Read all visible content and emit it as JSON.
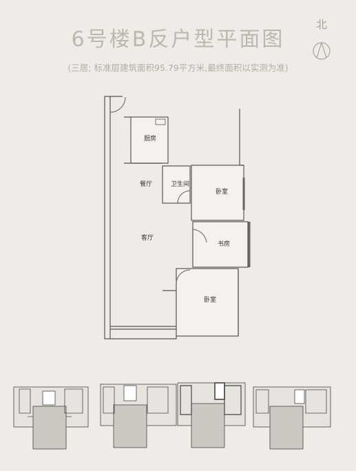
{
  "title": "6号楼B反户型平面图",
  "subtitle": "(三居; 标准层建筑面积95.79平方米,最终面积以实测为准)",
  "north": "北",
  "rooms": {
    "kitchen": "厨房",
    "dining": "餐厅",
    "bathroom": "卫生间",
    "bedroom1": "卧室",
    "living": "客厅",
    "study": "书房",
    "bedroom2": "卧室"
  }
}
